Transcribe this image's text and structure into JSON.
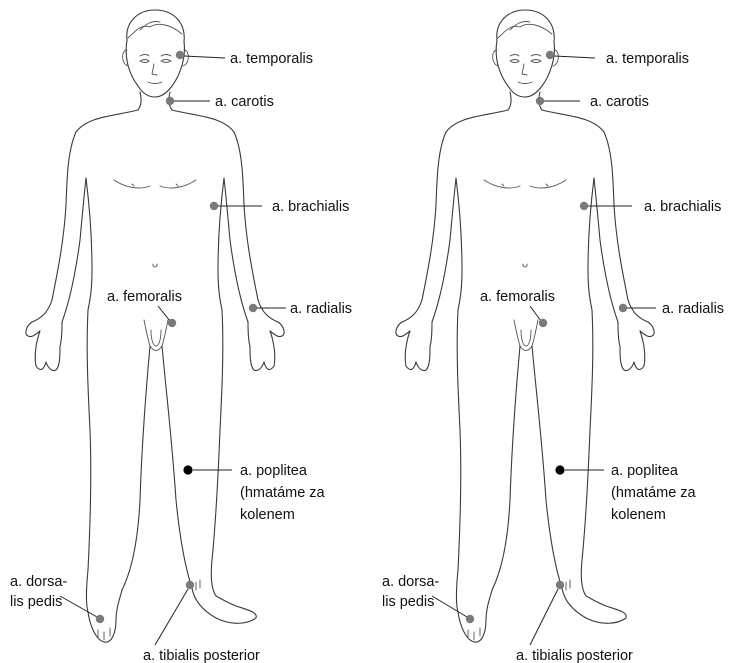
{
  "figures": [
    {
      "id": "left",
      "labels": {
        "temporalis": "a. temporalis",
        "carotis": "a. carotis",
        "brachialis": "a. brachialis",
        "radialis": "a. radialis",
        "femoralis": "a. femoralis",
        "poplitea_1": "a. poplitea",
        "poplitea_2": "(hmatáme za",
        "poplitea_3": "kolenem",
        "dorsalis_1": "a. dorsa-",
        "dorsalis_2": "lis pedis",
        "tibialis": "a. tibialis posterior"
      }
    },
    {
      "id": "right",
      "labels": {
        "temporalis": "a. temporalis",
        "carotis": "a. carotis",
        "brachialis": "a. brachialis",
        "radialis": "a. radialis",
        "femoralis": "a. femoralis",
        "poplitea_1": "a. poplitea",
        "poplitea_2": "(hmatáme za",
        "poplitea_3": "kolenem",
        "dorsalis_1": "a. dorsa-",
        "dorsalis_2": "lis pedis",
        "tibialis": "a. tibialis posterior"
      }
    }
  ],
  "colors": {
    "pulse_point": "#7a7a7a",
    "pulse_point_dark": "#000000",
    "outline": "#3a3a3a"
  }
}
